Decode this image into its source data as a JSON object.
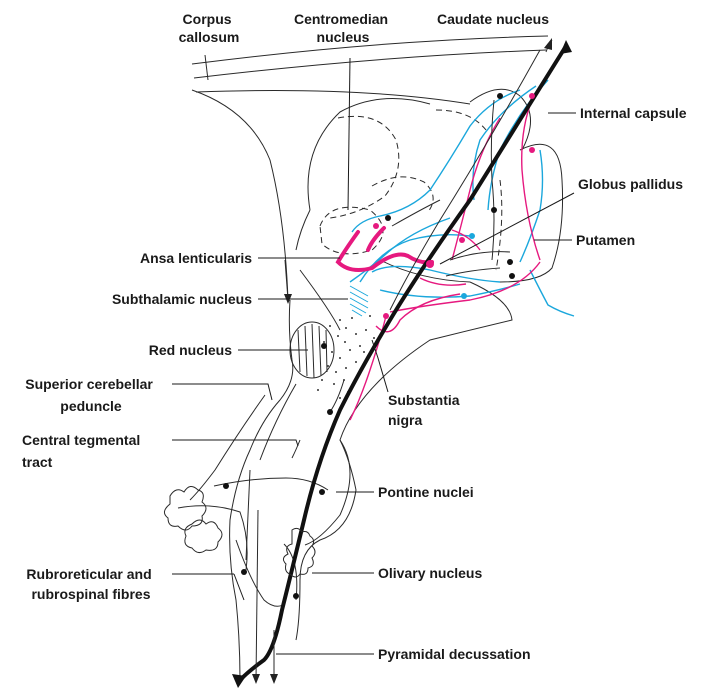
{
  "colors": {
    "pink": "#e6197f",
    "blue": "#1ba7dc",
    "ink": "#1a1a1a"
  },
  "labels": {
    "corpus_callosum": [
      "Corpus",
      "callosum"
    ],
    "centromedian_nucleus": [
      "Centromedian",
      "nucleus"
    ],
    "caudate_nucleus": [
      "Caudate nucleus"
    ],
    "internal_capsule": [
      "Internal capsule"
    ],
    "globus_pallidus": [
      "Globus pallidus"
    ],
    "putamen": [
      "Putamen"
    ],
    "ansa_lenticularis": [
      "Ansa lenticularis"
    ],
    "subthalamic_nucleus": [
      "Subthalamic nucleus"
    ],
    "red_nucleus": [
      "Red nucleus"
    ],
    "superior_cerebellar_peduncle": [
      "Superior cerebellar",
      "peduncle"
    ],
    "substantia_nigra": [
      "Substantia",
      "nigra"
    ],
    "central_tegmental_tract": [
      "Central tegmental",
      "tract"
    ],
    "pontine_nuclei": [
      "Pontine nuclei"
    ],
    "rubroreticular_rubrospinal": [
      "Rubroreticular and",
      "rubrospinal fibres"
    ],
    "olivary_nucleus": [
      "Olivary nucleus"
    ],
    "pyramidal_decussation": [
      "Pyramidal decussation"
    ]
  }
}
